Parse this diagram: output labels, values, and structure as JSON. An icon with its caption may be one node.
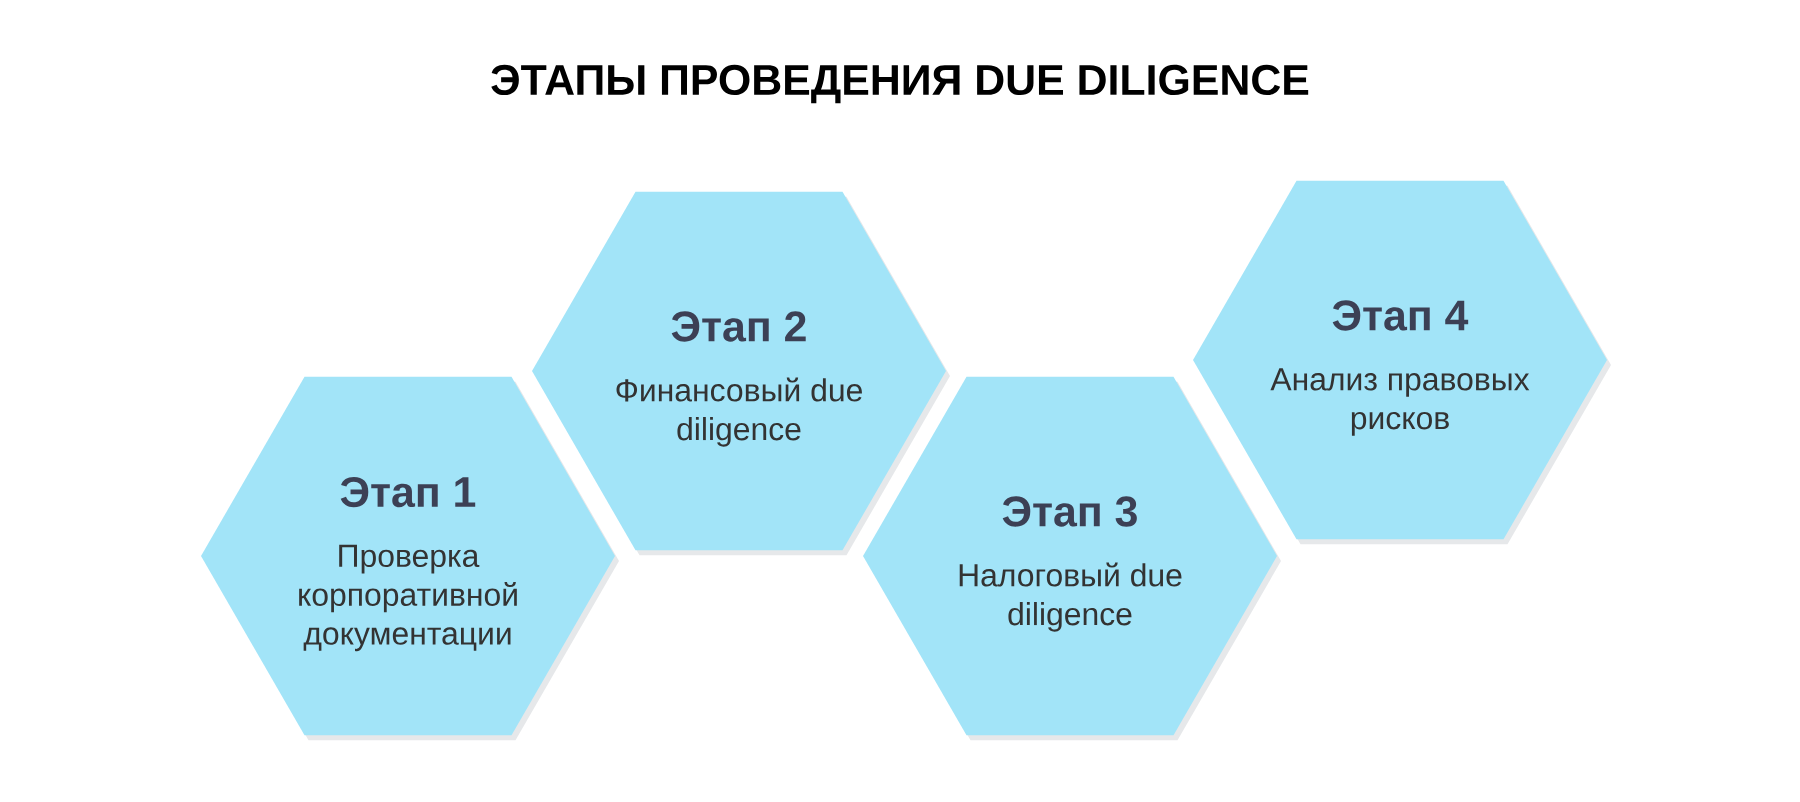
{
  "diagram": {
    "title": "ЭТАПЫ ПРОВЕДЕНИЯ DUE DILIGENCE",
    "nodes": [
      {
        "text": [
          "Этап 1",
          "Проверка корпоративной документации"
        ]
      },
      {
        "text": [
          "Этап 2",
          "Финансовый due diligence"
        ]
      },
      {
        "text": [
          "Этап 3",
          "Налоговый due diligence"
        ]
      },
      {
        "text": [
          "Этап 4",
          "Анализ правовых рисков"
        ]
      }
    ]
  }
}
